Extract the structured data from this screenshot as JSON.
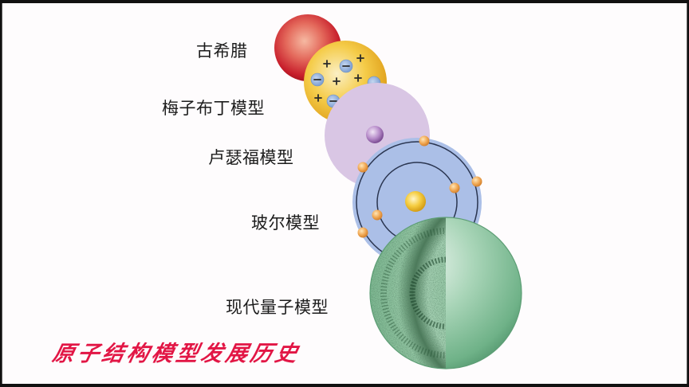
{
  "slide": {
    "title": "原子结构模型发展历史",
    "title_color": "#e21645",
    "background": "#fefcfd"
  },
  "models": [
    {
      "id": "ancient-greek",
      "label": "古希腊",
      "sphere_color": "#d93a3a",
      "description": "solid sphere"
    },
    {
      "id": "plum-pudding",
      "label": "梅子布丁模型",
      "sphere_color": "#f2c230",
      "description": "positive sphere with embedded electrons",
      "symbols": {
        "positive": "+",
        "negative": "−"
      }
    },
    {
      "id": "rutherford",
      "label": "卢瑟福模型",
      "sphere_color": "#d9c4e3",
      "description": "small purple nucleus"
    },
    {
      "id": "bohr",
      "label": "玻尔模型",
      "sphere_color": "#a9bde6",
      "description": "nucleus with two electron orbits"
    },
    {
      "id": "quantum",
      "label": "现代量子模型",
      "sphere_color": "#7fbf98",
      "description": "electron cloud, half cut-away"
    }
  ]
}
